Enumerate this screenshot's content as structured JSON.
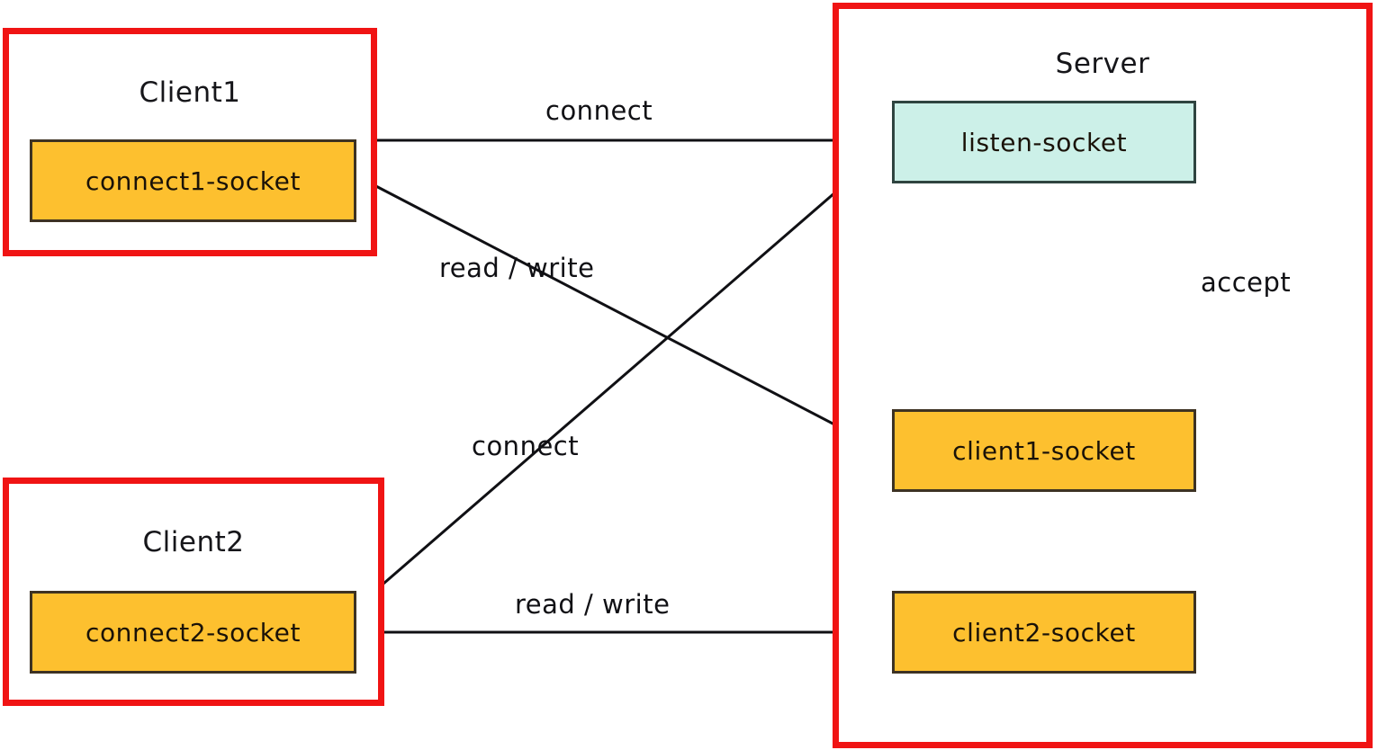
{
  "diagram": {
    "title": "Client-Server socket connection diagram",
    "colors": {
      "group_border": "#f01414",
      "socket_fill": "#fdc02f",
      "socket_border": "#3d3223",
      "listen_fill": "#ccf0e8",
      "listen_border": "#2f4440",
      "edge_stroke": "#101014",
      "background": "#ffffff"
    }
  },
  "groups": [
    {
      "id": "client1",
      "title": "Client1",
      "nodes": [
        {
          "id": "connect1-socket",
          "label": "connect1-socket",
          "fill": "orange"
        }
      ]
    },
    {
      "id": "client2",
      "title": "Client2",
      "nodes": [
        {
          "id": "connect2-socket",
          "label": "connect2-socket",
          "fill": "orange"
        }
      ]
    },
    {
      "id": "server",
      "title": "Server",
      "nodes": [
        {
          "id": "listen-socket",
          "label": "listen-socket",
          "fill": "mint"
        },
        {
          "id": "client1-socket",
          "label": "client1-socket",
          "fill": "orange"
        },
        {
          "id": "client2-socket",
          "label": "client2-socket",
          "fill": "orange"
        }
      ]
    }
  ],
  "edges": [
    {
      "id": "connect-1",
      "label": "connect",
      "from": "connect1-socket",
      "to": "listen-socket",
      "arrow": "single"
    },
    {
      "id": "readwrite-1",
      "label": "read / write",
      "from": "connect1-socket",
      "to": "client1-socket",
      "arrow": "double"
    },
    {
      "id": "connect-2",
      "label": "connect",
      "from": "connect2-socket",
      "to": "listen-socket",
      "arrow": "single"
    },
    {
      "id": "readwrite-2",
      "label": "read / write",
      "from": "connect2-socket",
      "to": "client2-socket",
      "arrow": "double"
    },
    {
      "id": "accept",
      "label": "accept",
      "from": "listen-socket",
      "to": "client1-socket, client2-socket",
      "arrow": "single"
    }
  ]
}
